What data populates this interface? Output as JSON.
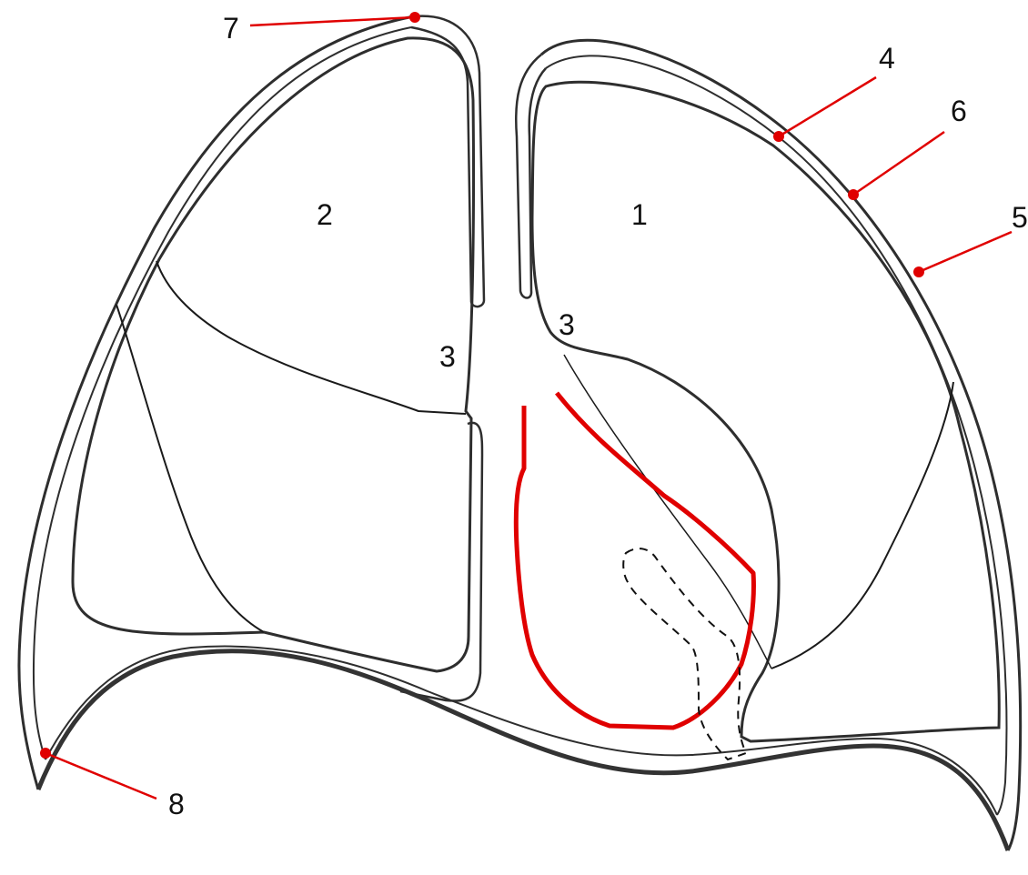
{
  "diagram": {
    "labels": {
      "l1": "1",
      "l2": "2",
      "l3_left": "3",
      "l3_right": "3",
      "l4": "4",
      "l5": "5",
      "l6": "6",
      "l7": "7",
      "l8": "8"
    },
    "colors": {
      "outline": "#2e2e2e",
      "marker": "#e00000",
      "fissure": "#1a1a1a"
    }
  }
}
